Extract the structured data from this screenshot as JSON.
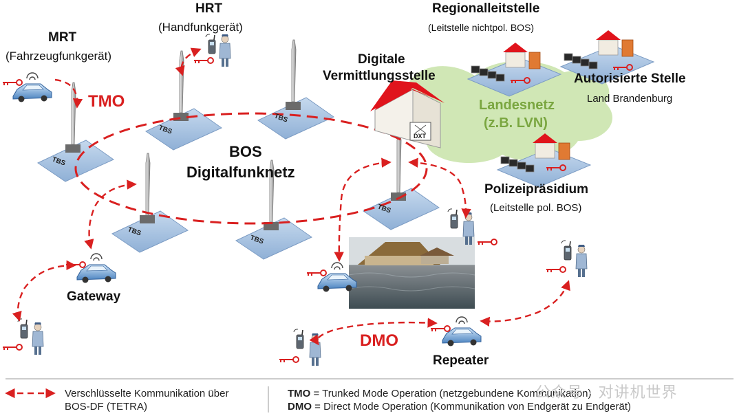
{
  "labels": {
    "mrt_title": "MRT",
    "mrt_sub": "(Fahrzeugfunkgerät)",
    "hrt_title": "HRT",
    "hrt_sub": "(Handfunkgerät)",
    "tmo": "TMO",
    "regional_title": "Regionalleitstelle",
    "regional_sub": "(Leitstelle nichtpol. BOS)",
    "digitale_line1": "Digitale",
    "digitale_line2": "Vermittlungsstelle",
    "autorisierte_title": "Autorisierte Stelle",
    "autorisierte_sub": "Land Brandenburg",
    "landesnetz_line1": "Landesnetz",
    "landesnetz_line2": "(z.B. LVN)",
    "bos_line1": "BOS",
    "bos_line2": "Digitalfunknetz",
    "polizei_title": "Polizeipräsidium",
    "polizei_sub": "(Leitstelle pol. BOS)",
    "gateway": "Gateway",
    "dmo": "DMO",
    "repeater": "Repeater",
    "tbs": "TBS",
    "dxt": "DXT"
  },
  "legend": {
    "arrow_line1": "Verschlüsselte Kommunikation über",
    "arrow_line2": "BOS-DF (TETRA)",
    "tmo_abbr": "TMO",
    "tmo_def": " = Trunked Mode Operation (netzgebundene Kommunikation)",
    "dmo_abbr": "DMO",
    "dmo_def": " = Direct Mode Operation (Kommunikation von Endgerät zu Endgerät)"
  },
  "watermark": "公众号 · 对讲机世界",
  "colors": {
    "accent_red": "#d92020",
    "landesnetz_green": "#c8e3a8",
    "landesnetz_text": "#7aa640",
    "tile_blue": "#aac4e0",
    "roof_red": "#e0141c"
  },
  "icons": [
    "antenna-tower-icon",
    "car-radio-icon",
    "handheld-radio-icon",
    "person-icon",
    "key-icon",
    "building-icon",
    "monitor-icon",
    "flood-photo"
  ]
}
